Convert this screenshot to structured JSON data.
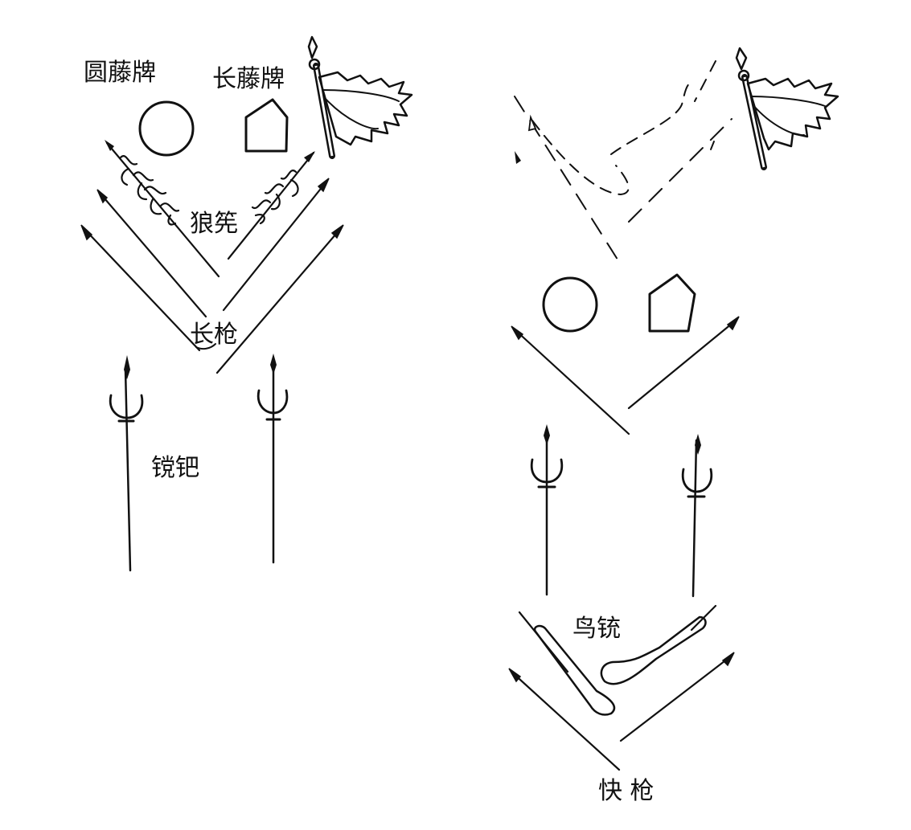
{
  "colors": {
    "ink": "#111111",
    "background": "#ffffff"
  },
  "left_formation": {
    "labels": {
      "round_shield": "圆藤牌",
      "long_shield": "长藤牌",
      "wolf_brush": "狼筅",
      "long_spear": "长枪",
      "trident": "镋钯"
    },
    "icons": [
      "flag-icon",
      "round-shield-icon",
      "long-shield-icon",
      "wolf-brush-icon",
      "spear-icon",
      "trident-icon"
    ]
  },
  "right_formation": {
    "labels": {
      "musket": "鸟铳",
      "fast_spear": "快 枪"
    },
    "icons": [
      "flag-icon",
      "round-shield-icon",
      "long-shield-icon",
      "spear-icon",
      "trident-icon",
      "musket-icon"
    ]
  }
}
